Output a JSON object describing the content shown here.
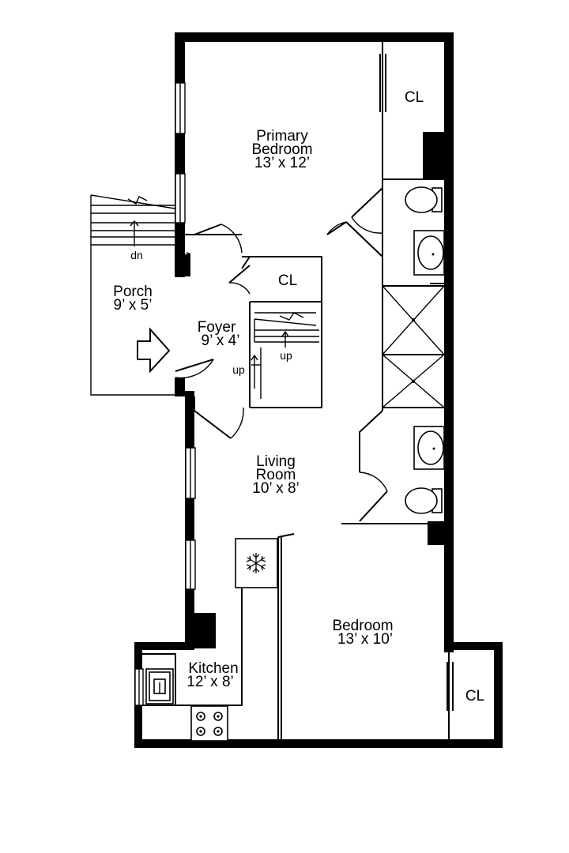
{
  "rooms": {
    "primary_bedroom": {
      "name_line1": "Primary",
      "name_line2": "Bedroom",
      "dims": "13’ x 12’"
    },
    "porch": {
      "name": "Porch",
      "dims": "9’ x 5’"
    },
    "foyer": {
      "name": "Foyer",
      "dims": "9’ x 4’"
    },
    "living_room": {
      "name_line1": "Living",
      "name_line2": "Room",
      "dims": "10’ x 8’"
    },
    "bedroom": {
      "name": "Bedroom",
      "dims": "13’ x 10’"
    },
    "kitchen": {
      "name": "Kitchen",
      "dims": "12’ x 8’"
    }
  },
  "closets": {
    "primary": "CL",
    "foyer": "CL",
    "bedroom": "CL"
  },
  "stairs": {
    "porch_dn": "dn",
    "interior_up": "up",
    "foyer_up": "up"
  },
  "icons": [
    "snowflake-icon",
    "arrow-right-icon",
    "toilet-icon",
    "sink-icon",
    "stove-icon",
    "shower-icon"
  ]
}
